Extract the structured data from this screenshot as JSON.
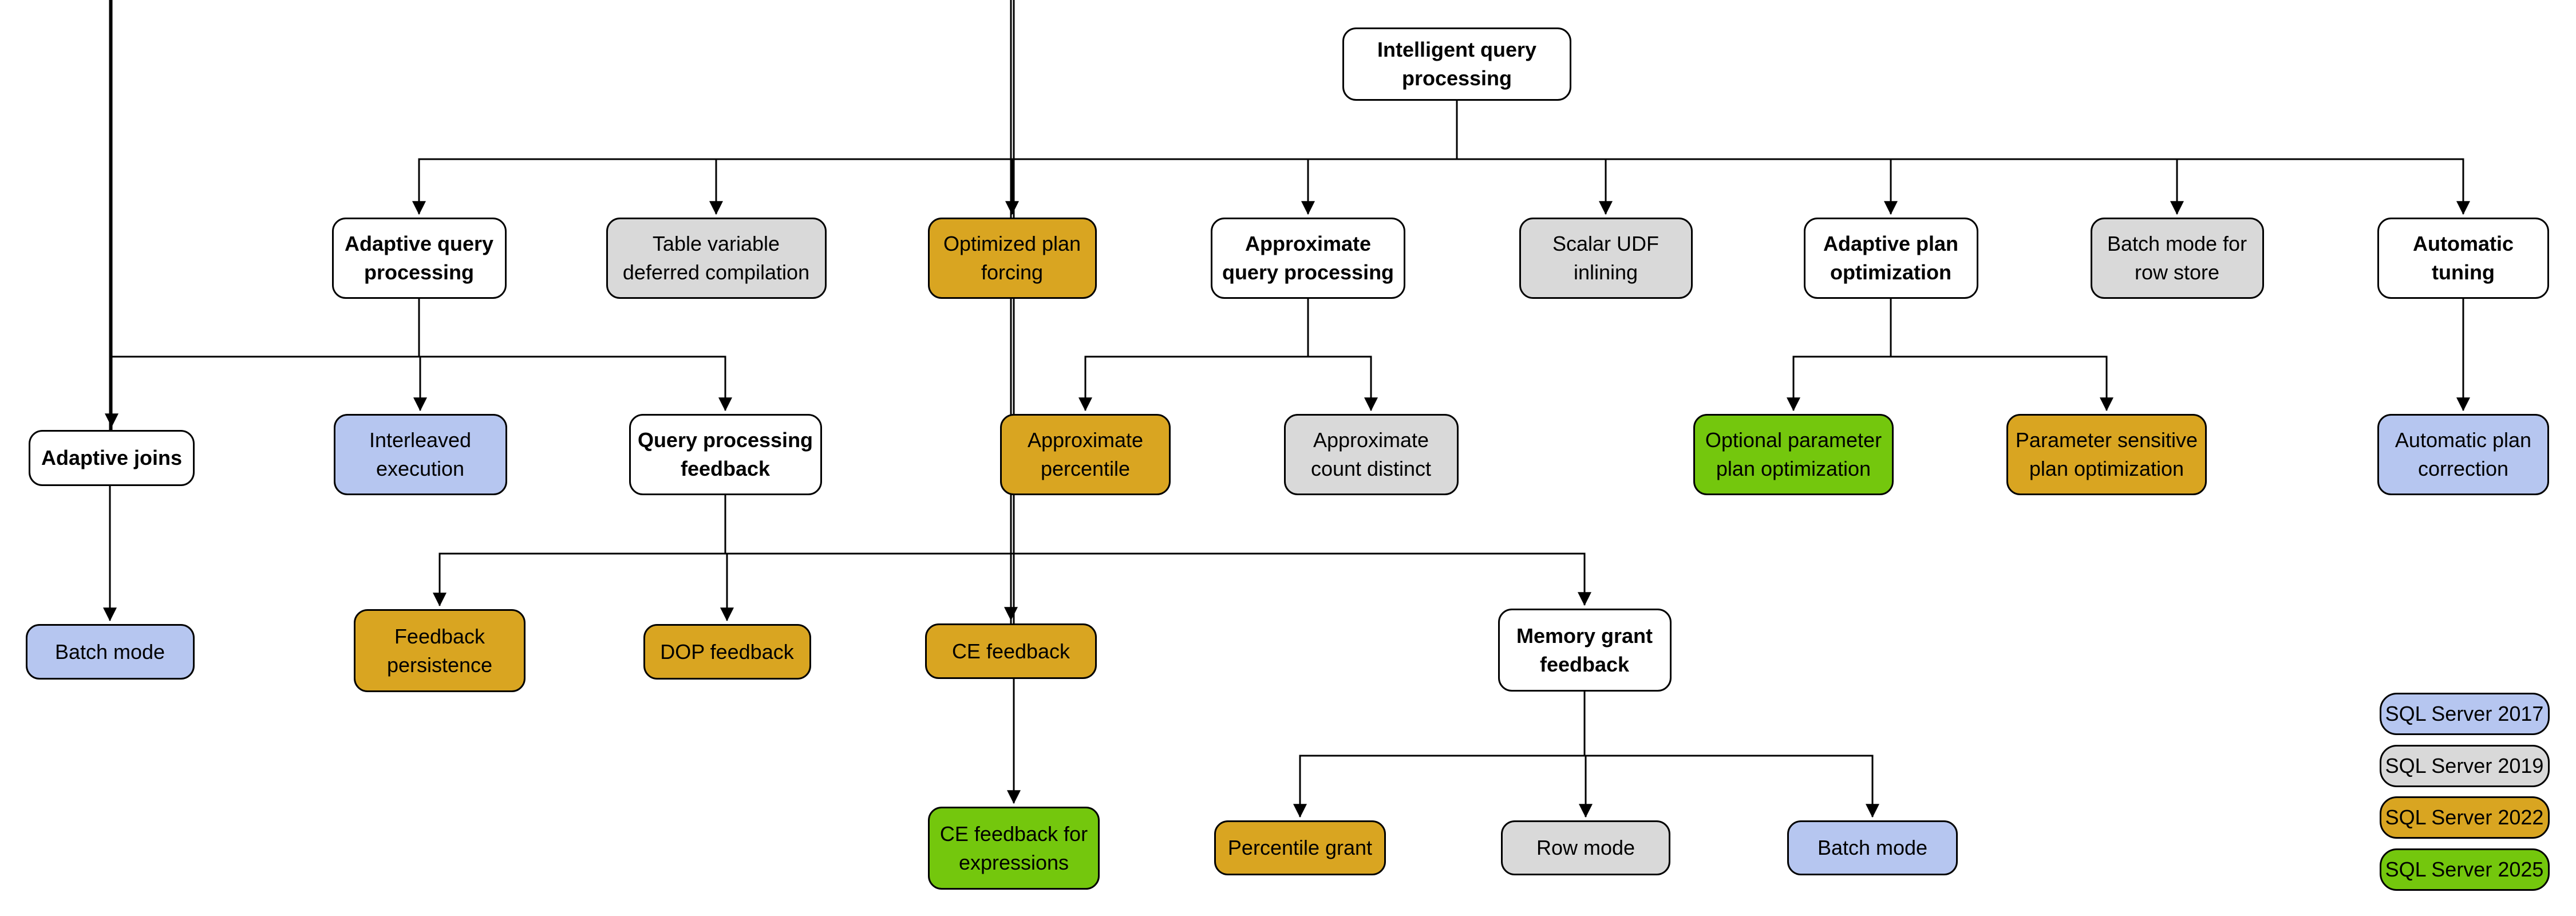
{
  "colors": {
    "category_fill": "#ffffff",
    "sql2017": "#b6c6f0",
    "sql2019": "#d9d9d9",
    "sql2022": "#d9a521",
    "sql2025": "#74c70d",
    "line": "#000000",
    "text": "#000000",
    "background": "#ffffff"
  },
  "nodes": [
    {
      "id": "iqp",
      "label": "Intelligent query\nprocessing",
      "version": "category"
    },
    {
      "id": "aqp",
      "label": "Adaptive query\nprocessing",
      "version": "category"
    },
    {
      "id": "tvdc",
      "label": "Table variable\ndeferred compilation",
      "version": "sql2019"
    },
    {
      "id": "opf",
      "label": "Optimized plan\nforcing",
      "version": "sql2022"
    },
    {
      "id": "apqp",
      "label": "Approximate\nquery processing",
      "version": "category"
    },
    {
      "id": "sudf",
      "label": "Scalar UDF\ninlining",
      "version": "sql2019"
    },
    {
      "id": "apo",
      "label": "Adaptive plan\noptimization",
      "version": "category"
    },
    {
      "id": "bmrs",
      "label": "Batch mode for\nrow store",
      "version": "sql2019"
    },
    {
      "id": "at",
      "label": "Automatic\ntuning",
      "version": "category"
    },
    {
      "id": "aj",
      "label": "Adaptive joins",
      "version": "category"
    },
    {
      "id": "ie",
      "label": "Interleaved\nexecution",
      "version": "sql2017"
    },
    {
      "id": "qpf",
      "label": "Query processing\nfeedback",
      "version": "category"
    },
    {
      "id": "apct",
      "label": "Approximate\npercentile",
      "version": "sql2022"
    },
    {
      "id": "acd",
      "label": "Approximate\ncount distinct",
      "version": "sql2019"
    },
    {
      "id": "oppo",
      "label": "Optional parameter\nplan optimization",
      "version": "sql2025"
    },
    {
      "id": "pspo",
      "label": "Parameter sensitive\nplan optimization",
      "version": "sql2022"
    },
    {
      "id": "apc",
      "label": "Automatic plan\ncorrection",
      "version": "sql2017"
    },
    {
      "id": "bm1",
      "label": "Batch mode",
      "version": "sql2017"
    },
    {
      "id": "fp",
      "label": "Feedback\npersistence",
      "version": "sql2022"
    },
    {
      "id": "dopf",
      "label": "DOP feedback",
      "version": "sql2022"
    },
    {
      "id": "cef",
      "label": "CE feedback",
      "version": "sql2022"
    },
    {
      "id": "mgf",
      "label": "Memory grant\nfeedback",
      "version": "category"
    },
    {
      "id": "cefe",
      "label": "CE feedback for\nexpressions",
      "version": "sql2025"
    },
    {
      "id": "pg",
      "label": "Percentile grant",
      "version": "sql2022"
    },
    {
      "id": "rm",
      "label": "Row mode",
      "version": "sql2019"
    },
    {
      "id": "bm2",
      "label": "Batch mode",
      "version": "sql2017"
    }
  ],
  "edges": [
    {
      "from": "iqp",
      "to": [
        "aqp",
        "tvdc",
        "opf",
        "apqp",
        "sudf",
        "apo",
        "bmrs",
        "at"
      ]
    },
    {
      "from": "aqp",
      "to": [
        "aj",
        "ie",
        "qpf"
      ]
    },
    {
      "from": "apqp",
      "to": [
        "apct",
        "acd"
      ]
    },
    {
      "from": "apo",
      "to": [
        "oppo",
        "pspo"
      ]
    },
    {
      "from": "at",
      "to": [
        "apc"
      ]
    },
    {
      "from": "aj",
      "to": [
        "bm1"
      ]
    },
    {
      "from": "qpf",
      "to": [
        "fp",
        "dopf",
        "cef",
        "mgf"
      ]
    },
    {
      "from": "cef",
      "to": [
        "cefe"
      ]
    },
    {
      "from": "mgf",
      "to": [
        "pg",
        "rm",
        "bm2"
      ]
    }
  ],
  "legend": [
    {
      "label": "SQL Server 2017",
      "version": "sql2017"
    },
    {
      "label": "SQL Server 2019",
      "version": "sql2019"
    },
    {
      "label": "SQL Server 2022",
      "version": "sql2022"
    },
    {
      "label": "SQL Server 2025",
      "version": "sql2025"
    }
  ]
}
